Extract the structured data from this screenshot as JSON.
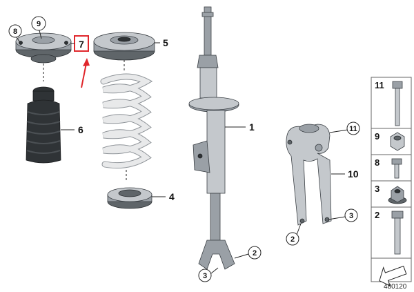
{
  "callouts": {
    "c1": "1",
    "c2a": "2",
    "c2b": "2",
    "c3a": "3",
    "c3b": "3",
    "c4": "4",
    "c5": "5",
    "c6": "6",
    "c7": "7",
    "c8": "8",
    "c9": "9",
    "c10": "10",
    "c11": "11"
  },
  "side_panel": {
    "items": [
      {
        "label": "11",
        "icon": "long-bolt-icon"
      },
      {
        "label": "9",
        "icon": "hex-nut-icon"
      },
      {
        "label": "8",
        "icon": "short-bolt-icon"
      },
      {
        "label": "3",
        "icon": "flange-nut-icon"
      },
      {
        "label": "2",
        "icon": "medium-bolt-icon"
      }
    ],
    "arrow_icon": "direction-arrow-icon"
  },
  "reference_number": "480120",
  "colors": {
    "highlight": "#e0262b",
    "part_gray": "#9aa0a6",
    "spring_white": "#e8e9ea"
  }
}
